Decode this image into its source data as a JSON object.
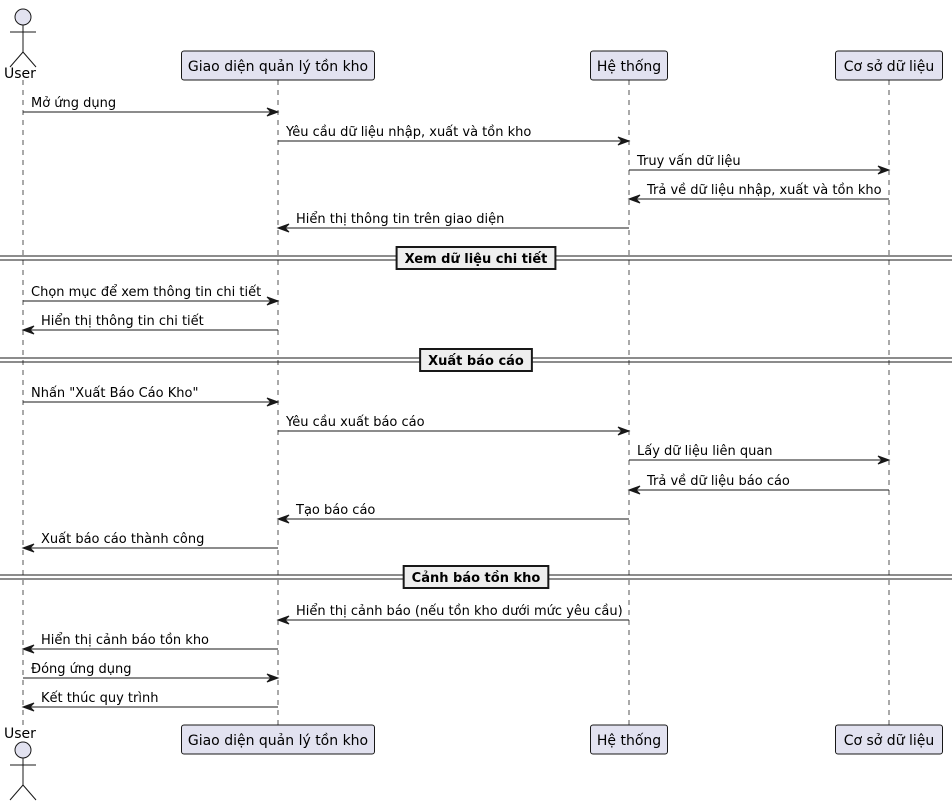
{
  "participants": [
    {
      "id": "user",
      "label": "User",
      "kind": "actor"
    },
    {
      "id": "ui",
      "label": "Giao diện quản lý tồn kho",
      "kind": "participant"
    },
    {
      "id": "system",
      "label": "Hệ thống",
      "kind": "participant"
    },
    {
      "id": "db",
      "label": "Cơ sở dữ liệu",
      "kind": "participant"
    }
  ],
  "steps": [
    {
      "type": "message",
      "from": "user",
      "to": "ui",
      "label": "Mở ứng dụng"
    },
    {
      "type": "message",
      "from": "ui",
      "to": "system",
      "label": "Yêu cầu dữ liệu nhập, xuất và tồn kho"
    },
    {
      "type": "message",
      "from": "system",
      "to": "db",
      "label": "Truy vấn dữ liệu"
    },
    {
      "type": "message",
      "from": "db",
      "to": "system",
      "label": "Trả về dữ liệu nhập, xuất và tồn kho"
    },
    {
      "type": "message",
      "from": "system",
      "to": "ui",
      "label": "Hiển thị thông tin trên giao diện"
    },
    {
      "type": "divider",
      "label": "Xem dữ liệu chi tiết"
    },
    {
      "type": "message",
      "from": "user",
      "to": "ui",
      "label": "Chọn mục để xem thông tin chi tiết"
    },
    {
      "type": "message",
      "from": "ui",
      "to": "user",
      "label": "Hiển thị thông tin chi tiết"
    },
    {
      "type": "divider",
      "label": "Xuất báo cáo"
    },
    {
      "type": "message",
      "from": "user",
      "to": "ui",
      "label": "Nhấn \"Xuất Báo Cáo Kho\""
    },
    {
      "type": "message",
      "from": "ui",
      "to": "system",
      "label": "Yêu cầu xuất báo cáo"
    },
    {
      "type": "message",
      "from": "system",
      "to": "db",
      "label": "Lấy dữ liệu liên quan"
    },
    {
      "type": "message",
      "from": "db",
      "to": "system",
      "label": "Trả về dữ liệu báo cáo"
    },
    {
      "type": "message",
      "from": "system",
      "to": "ui",
      "label": "Tạo báo cáo"
    },
    {
      "type": "message",
      "from": "ui",
      "to": "user",
      "label": "Xuất báo cáo thành công"
    },
    {
      "type": "divider",
      "label": "Cảnh báo tồn kho"
    },
    {
      "type": "message",
      "from": "system",
      "to": "ui",
      "label": "Hiển thị cảnh báo (nếu tồn kho dưới mức yêu cầu)"
    },
    {
      "type": "message",
      "from": "ui",
      "to": "user",
      "label": "Hiển thị cảnh báo tồn kho"
    },
    {
      "type": "message",
      "from": "user",
      "to": "ui",
      "label": "Đóng ứng dụng"
    },
    {
      "type": "message",
      "from": "ui",
      "to": "user",
      "label": "Kết thúc quy trình"
    }
  ]
}
